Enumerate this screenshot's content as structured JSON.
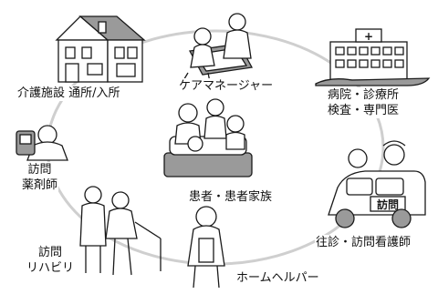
{
  "diagram": {
    "nodes": {
      "facility": {
        "label": "介護施設 通所/入所"
      },
      "care_manager": {
        "label": "ケアマネージャー"
      },
      "hospital": {
        "label_line1": "病院・診療所",
        "label_line2": "検査・専門医",
        "cross": "+"
      },
      "patient": {
        "label": "患者・患者家族"
      },
      "pharmacist": {
        "label_line1": "訪問",
        "label_line2": "薬剤師"
      },
      "rehab": {
        "label_line1": "訪問",
        "label_line2": "リハビリ"
      },
      "nurse": {
        "label": "往診・訪問看護師",
        "car_text": "訪問"
      },
      "helper": {
        "label": "ホームヘルパー"
      }
    }
  },
  "colors": {
    "line": "#1a1a1a",
    "ring": "#cfcfcf",
    "fill_gray": "#9a9a9a"
  }
}
